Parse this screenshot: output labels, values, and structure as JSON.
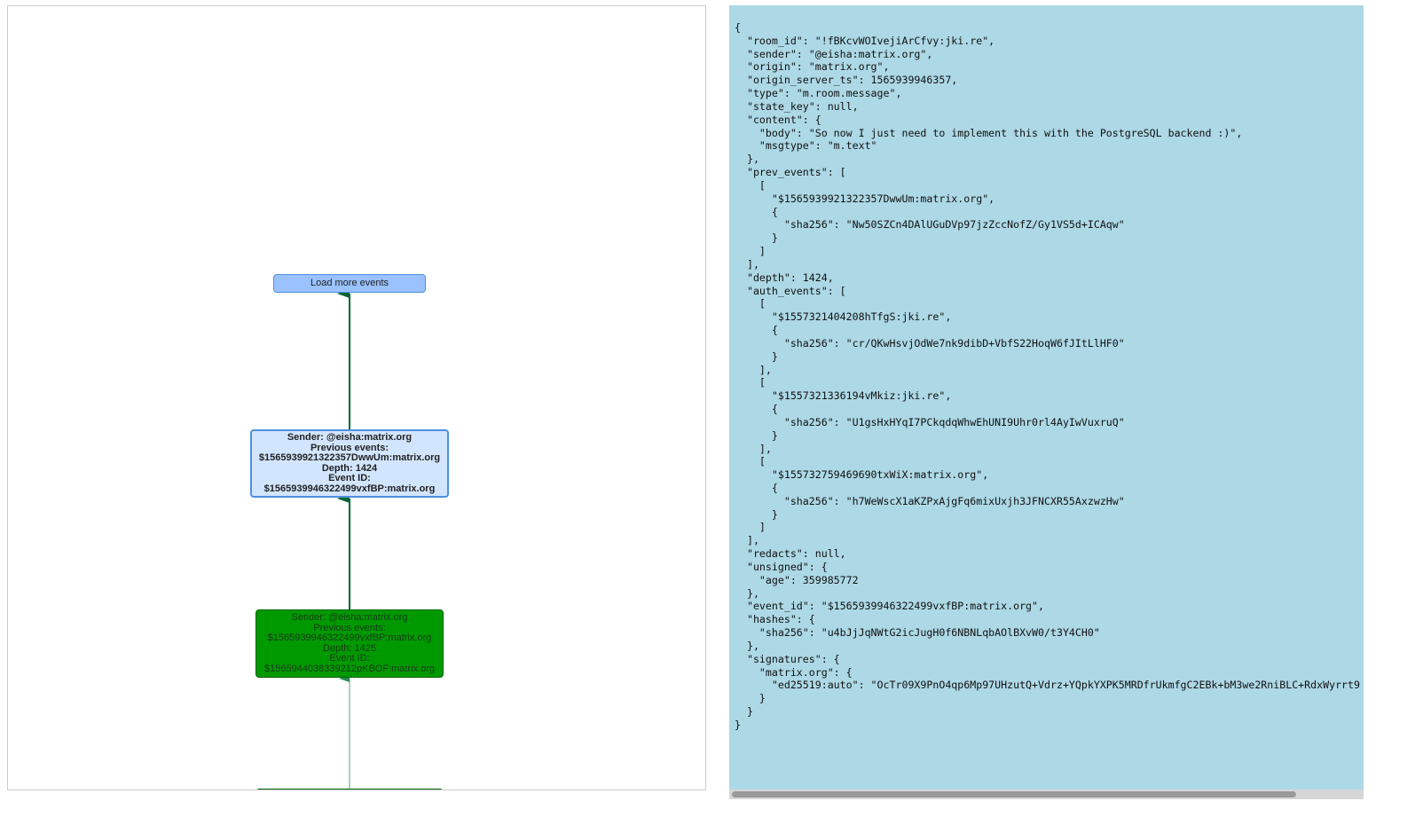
{
  "graph": {
    "load_more_label": "Load more events",
    "nodes": [
      {
        "lines": [
          "Sender: @eisha:matrix.org",
          "Previous events:",
          "$1565939921322357DwwUm:matrix.org",
          "Depth: 1424",
          "Event ID:",
          "$1565939946322499vxfBP:matrix.org"
        ],
        "selected": true,
        "fill": "#d2e5ff",
        "border": "#4f8fe0"
      },
      {
        "lines": [
          "Sender: @eisha:matrix.org",
          "Previous events:",
          "$1565939946322499vxfBP:matrix.org",
          "Depth: 1425",
          "Event ID:",
          "$1565944038339212pKBOF:matrix.org"
        ],
        "selected": false,
        "fill": "#009900",
        "border": "#006600"
      }
    ],
    "edge_color": "#006633"
  },
  "event_json": "{\n  \"room_id\": \"!fBKcvWOIvejiArCfvy:jki.re\",\n  \"sender\": \"@eisha:matrix.org\",\n  \"origin\": \"matrix.org\",\n  \"origin_server_ts\": 1565939946357,\n  \"type\": \"m.room.message\",\n  \"state_key\": null,\n  \"content\": {\n    \"body\": \"So now I just need to implement this with the PostgreSQL backend :)\",\n    \"msgtype\": \"m.text\"\n  },\n  \"prev_events\": [\n    [\n      \"$1565939921322357DwwUm:matrix.org\",\n      {\n        \"sha256\": \"Nw50SZCn4DAlUGuDVp97jzZccNofZ/Gy1VS5d+ICAqw\"\n      }\n    ]\n  ],\n  \"depth\": 1424,\n  \"auth_events\": [\n    [\n      \"$1557321404208hTfgS:jki.re\",\n      {\n        \"sha256\": \"cr/QKwHsvjOdWe7nk9dibD+VbfS22HoqW6fJItLlHF0\"\n      }\n    ],\n    [\n      \"$1557321336194vMkiz:jki.re\",\n      {\n        \"sha256\": \"U1gsHxHYqI7PCkqdqWhwEhUNI9Uhr0rl4AyIwVuxruQ\"\n      }\n    ],\n    [\n      \"$155732759469690txWiX:matrix.org\",\n      {\n        \"sha256\": \"h7WeWscX1aKZPxAjgFq6mixUxjh3JFNCXR55AxzwzHw\"\n      }\n    ]\n  ],\n  \"redacts\": null,\n  \"unsigned\": {\n    \"age\": 359985772\n  },\n  \"event_id\": \"$1565939946322499vxfBP:matrix.org\",\n  \"hashes\": {\n    \"sha256\": \"u4bJjJqNWtG2icJugH0f6NBNLqbAOlBXvW0/t3Y4CH0\"\n  },\n  \"signatures\": {\n    \"matrix.org\": {\n      \"ed25519:auto\": \"OcTr09X9PnO4qp6Mp97UHzutQ+Vdrz+YQpkYXPK5MRDfrUkmfgC2EBk+bM3we2RniBLC+RdxWyrrt9\n    }\n  }\n}",
  "colors": {
    "json_panel_bg": "#add8e6",
    "load_more_bg": "#99c2ff"
  }
}
